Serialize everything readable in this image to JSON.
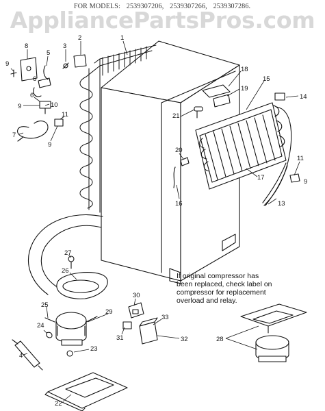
{
  "header": {
    "prefix": "FOR MODELS:",
    "models": [
      "2539307206,",
      "2539307266,",
      "2539307286."
    ]
  },
  "watermark": "AppliancePartsPros.com",
  "note": {
    "lines": [
      "If original compressor has",
      "been replaced, check label on",
      "compressor for replacement",
      "overload and relay."
    ]
  },
  "callouts": {
    "c1": "1",
    "c2": "2",
    "c3": "3",
    "c4": "4",
    "c5": "5",
    "c6": "6",
    "c6b": "6",
    "c7": "7",
    "c8": "8",
    "c9a": "9",
    "c9b": "9",
    "c9c": "9",
    "c9d": "9",
    "c10": "10",
    "c11a": "11",
    "c11b": "11",
    "c13": "13",
    "c14": "14",
    "c15": "15",
    "c16": "16",
    "c17": "17",
    "c18": "18",
    "c19": "19",
    "c20": "20",
    "c21": "21",
    "c22": "22",
    "c23": "23",
    "c24": "24",
    "c25": "25",
    "c26": "26",
    "c27": "27",
    "c28": "28",
    "c29": "29",
    "c30": "30",
    "c31": "31",
    "c32": "32",
    "c33": "33"
  }
}
